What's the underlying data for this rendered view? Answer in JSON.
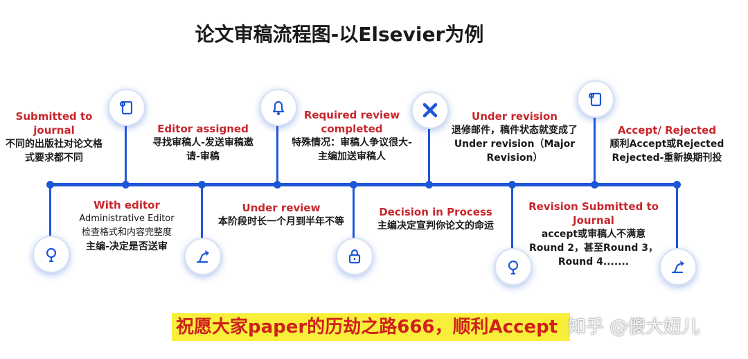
{
  "title": "论文审稿流程图-以Elsevier为例",
  "steps_top": [
    {
      "head": "Submitted to journal",
      "desc": "不同的出版社对论文格式要求都不同",
      "icon": "paper-roll-icon"
    },
    {
      "head": "Editor assigned",
      "desc": "寻找审稿人-发送审稿邀请-审稿",
      "icon": "bell-icon"
    },
    {
      "head": "Required review completed",
      "desc": "特殊情况：审稿人争议很大-主编加送审稿人",
      "icon": "tools-cross-icon"
    },
    {
      "head": "Under revision",
      "desc": "退修邮件，稿件状态就变成了Under revision（Major Revision）",
      "icon": "paper-roll-icon"
    },
    {
      "head": "Accept/ Rejected",
      "desc": "顺利Accept或Rejected Rejected-重新换期刊投",
      "icon": "none"
    }
  ],
  "steps_bottom": [
    {
      "head": "With editor",
      "desc1": "Administrative Editor",
      "desc2": "检查格式和内容完整度",
      "desc3": "主编-决定是否送审",
      "icon": "lightbulb-icon"
    },
    {
      "head": "Under review",
      "desc": "本阶段时长一个月到半年不等",
      "icon": "desk-lamp-icon"
    },
    {
      "head": "Decision in Process",
      "desc": "主编决定宣判你论文的命运",
      "icon": "lock-icon"
    },
    {
      "head": "Revision Submitted to Journal",
      "desc": "accept或审稿人不满意Round 2，甚至Round 3，Round 4.......",
      "icon": "lightbulb-icon"
    },
    {
      "head": "",
      "desc": "",
      "icon": "desk-lamp-icon"
    }
  ],
  "blessing": "祝愿大家paper的历劫之路666，顺利Accept",
  "watermark": "知乎 @傻大妞儿",
  "colors": {
    "line": "#1d56d8",
    "heading": "#c8262c",
    "highlight": "#f7ef3a"
  }
}
